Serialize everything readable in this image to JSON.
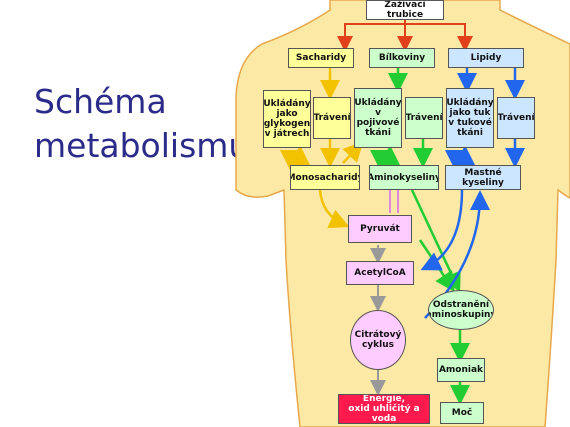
{
  "title": {
    "line1": "Schéma",
    "line2": "metabolismu"
  },
  "colors": {
    "body_fill": "#fde9a6",
    "body_stroke": "#e6a84a",
    "arrow_red": "#e0401a",
    "arrow_yellow": "#f2c200",
    "arrow_green": "#22cc33",
    "arrow_blue": "#2266ee",
    "arrow_gray": "#999999",
    "arrow_pink": "#e088e0"
  },
  "boxes": {
    "zazivaci_trubice": "Zažívací trubice",
    "sacharidy": "Sacharidy",
    "bilkoviny": "Bílkoviny",
    "lipidy": "Lipidy",
    "ukladany_glykogen": "Ukládány\njako\nglykogen\nv játrech",
    "traveni_1": "Trávení",
    "ukladany_pojivove": "Ukládány\nv pojivové\ntkáni",
    "traveni_2": "Trávení",
    "ukladany_tuk": "Ukládány\njako tuk\nv tukové\ntkáni",
    "traveni_3": "Trávení",
    "monosacharidy": "Monosacharidy",
    "aminokyseliny": "Aminokyseliny",
    "mastne_kyseliny": "Mastné kyseliny",
    "pyruvat": "Pyruvát",
    "acetylcoa": "AcetylCoA",
    "odstraneni": "Odstranění\naminoskupiny",
    "citratovy": "Citrátový\ncyklus",
    "amoniak": "Amoniak",
    "energie": "Energie,\noxid uhličitý a voda",
    "moc": "Moč"
  }
}
